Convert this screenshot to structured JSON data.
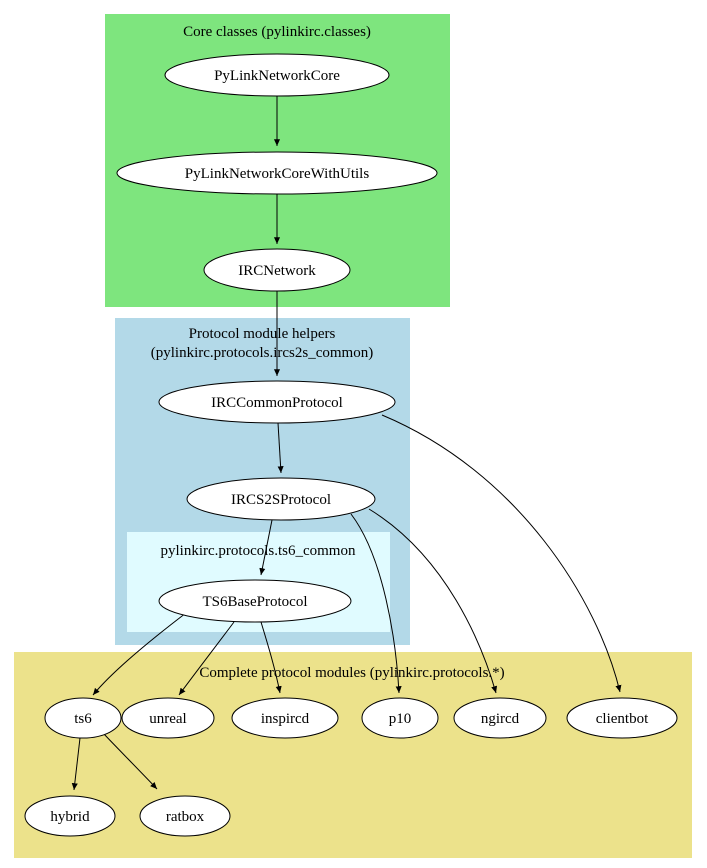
{
  "diagram": {
    "clusters": {
      "core": {
        "title": "Core classes (pylinkirc.classes)",
        "bg": "#7ee57e"
      },
      "helpers": {
        "title_line1": "Protocol module helpers",
        "title_line2": "(pylinkirc.protocols.ircs2s_common)",
        "bg": "#b3d9e8"
      },
      "ts6common": {
        "title": "pylinkirc.protocols.ts6_common",
        "bg": "#e0fbff"
      },
      "complete": {
        "title": "Complete protocol modules (pylinkirc.protocols.*)",
        "bg": "#ece28b"
      }
    },
    "nodes": {
      "pylinknetworkcore": "PyLinkNetworkCore",
      "pylinknetworkcorewithutils": "PyLinkNetworkCoreWithUtils",
      "ircnetwork": "IRCNetwork",
      "irccommonprotocol": "IRCCommonProtocol",
      "ircs2sprotocol": "IRCS2SProtocol",
      "ts6baseprotocol": "TS6BaseProtocol",
      "ts6": "ts6",
      "unreal": "unreal",
      "inspircd": "inspircd",
      "p10": "p10",
      "ngircd": "ngircd",
      "clientbot": "clientbot",
      "hybrid": "hybrid",
      "ratbox": "ratbox"
    },
    "style": {
      "node_fill": "#ffffff",
      "node_stroke": "#000000",
      "edge_color": "#000000",
      "background": "#ffffff"
    }
  }
}
